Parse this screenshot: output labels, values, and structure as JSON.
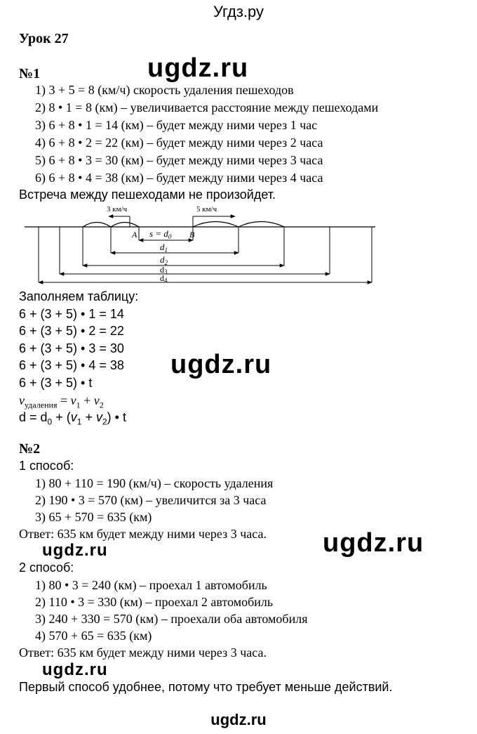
{
  "site_header": "Угдз.ру",
  "site_footer": "ugdz.ru",
  "watermark": "ugdz.ru",
  "lesson_title": "Урок 27",
  "task1": {
    "number": "№1",
    "steps": [
      "1) 3 + 5 = 8 (км/ч) скорость удаления пешеходов",
      "2) 8 • 1 = 8 (км) – увеличивается расстояние между пешеходами",
      "3) 6 + 8 • 1 = 14 (км) – будет между ними через 1 час",
      "4) 6 + 8 • 2 = 22 (км) – будет между ними через 2 часа",
      "5) 6 + 8 • 3 = 30 (км) – будет между ними через 3 часа",
      "6) 6 + 8 • 4 = 38 (км) – будет между ними через 4 часа"
    ],
    "conclusion": "Встреча между пешеходами не произойдет.",
    "diagram": {
      "speed_left": "3 км/ч",
      "speed_right": "5 км/ч",
      "point_a": "A",
      "point_b": "B",
      "s_label": "s = d",
      "s_sub": "0",
      "d_label": "d",
      "d_subs": [
        "1",
        "2",
        "3",
        "4"
      ]
    },
    "table_intro": "Заполняем таблицу:",
    "table_lines": [
      "6 + (3 + 5) • 1 = 14",
      "6 + (3 + 5) • 2 = 22",
      "6 + (3 + 5) • 3 = 30",
      "6 + (3 + 5) • 4 = 38",
      "6 + (3 + 5) • t"
    ],
    "formula_v_sub": "удаления",
    "formula_d": "d = d"
  },
  "task2": {
    "number": "№2",
    "method1_title": "1 способ:",
    "method1_steps": [
      "1) 80 + 110 = 190 (км/ч) – скорость удаления",
      "2) 190 • 3 = 570 (км) – увеличится за 3 часа",
      "3) 65 + 570 = 635 (км)"
    ],
    "method1_answer": "Ответ: 635 км будет между ними через 3 часа.",
    "method2_title": "2 способ:",
    "method2_steps": [
      "1) 80 • 3 = 240 (км) – проехал 1 автомобиль",
      "2) 110 • 3 = 330 (км) – проехал 2 автомобиль",
      "3) 240 + 330 = 570 (км) – проехали оба автомобиля",
      "4) 570 + 65 = 635 (км)"
    ],
    "method2_answer": "Ответ: 635 км будет между ними через 3 часа.",
    "final_note": "Первый способ удобнее, потому что требует меньше действий."
  }
}
